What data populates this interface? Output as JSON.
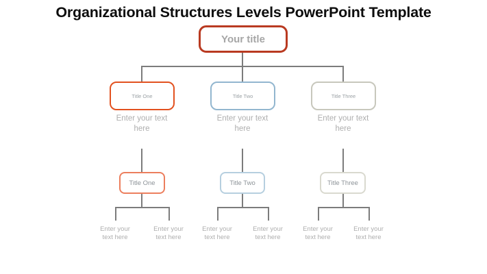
{
  "slide": {
    "title": "Organizational Structures Levels PowerPoint Template"
  },
  "colors": {
    "title_text": "#0d0d0d",
    "connector": "#7c7c7c",
    "root_border": "#b93a21",
    "root_label": "#a6a6a6",
    "l2_label": "#9aa0a4",
    "l3_label": "#8d9398",
    "placeholder": "#aeaeae",
    "b1": "#e2511f",
    "b2": "#92b6cf",
    "b3": "#c7c7bc",
    "s1": "#ec7e5d",
    "s2": "#b6cfdf",
    "s3": "#d9d9cf"
  },
  "root": {
    "label": "Your title"
  },
  "branches": [
    {
      "level2_label": "Title One",
      "level2_caption": "Enter your text\nhere",
      "level3_label": "Title One",
      "leaf_left": "Enter your\ntext here",
      "leaf_right": "Enter your\ntext here"
    },
    {
      "level2_label": "Title Two",
      "level2_caption": "Enter your text\nhere",
      "level3_label": "Title Two",
      "leaf_left": "Enter your\ntext here",
      "leaf_right": "Enter your\ntext here"
    },
    {
      "level2_label": "Title Three",
      "level2_caption": "Enter your text\nhere",
      "level3_label": "Title Three",
      "leaf_left": "Enter your\ntext here",
      "leaf_right": "Enter your\ntext here"
    }
  ]
}
